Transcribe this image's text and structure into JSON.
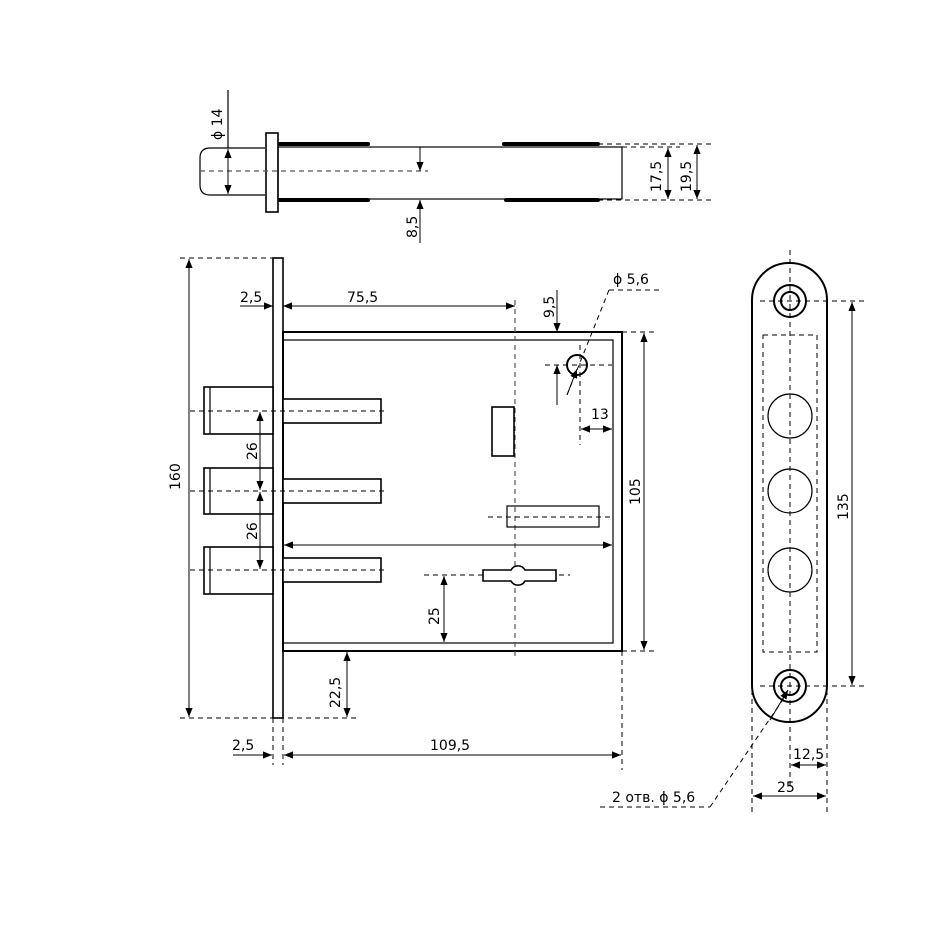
{
  "dimensions": {
    "pin_diameter": "ϕ 14",
    "pin_offset": "8,5",
    "body_thickness": "17,5",
    "overall_thickness": "19,5",
    "height_total": "160",
    "faceplate_top": "2,5",
    "hole_offset_x": "75,5",
    "hole_offset_y": "9,5",
    "hole_diameter": "ϕ 5,6",
    "hole_edge": "13",
    "bolt_pitch_1": "26",
    "bolt_pitch_2": "26",
    "body_height": "105",
    "keyhole_height": "25",
    "bottom_offset": "22,5",
    "faceplate_bottom": "2,5",
    "body_width": "109,5",
    "strike_hole_pitch": "135",
    "strike_half_width": "12,5",
    "strike_width": "25",
    "strike_holes_note": "2 отв. ϕ 5,6"
  }
}
